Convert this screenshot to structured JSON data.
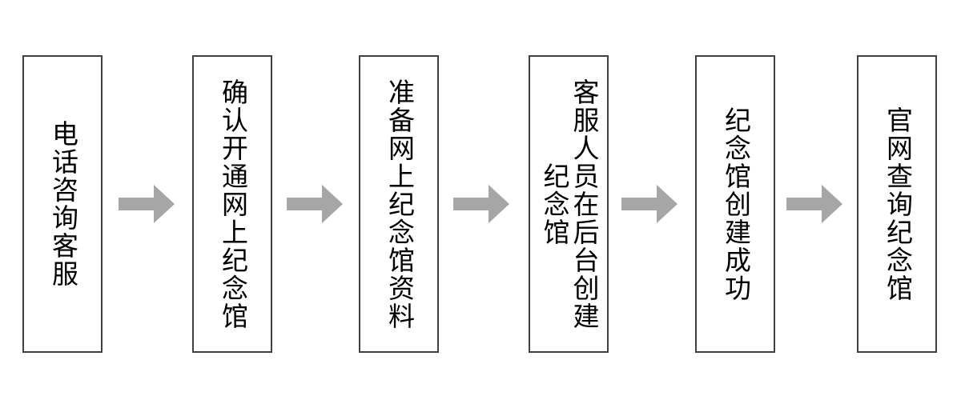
{
  "diagram": {
    "type": "horizontal-flowchart",
    "title": "",
    "orientation": "left-to-right",
    "text_direction": "vertical-rl",
    "background_color": "#ffffff",
    "node_border_color": "#404040",
    "node_fill_color": "#ffffff",
    "node_text_color": "#000000",
    "arrow_color": "#a6a6a6",
    "node_count": 6,
    "arrow_count": 5,
    "nodes": [
      {
        "id": "step-1",
        "label": "电话咨询客服"
      },
      {
        "id": "step-2",
        "label": "确认开通网上纪念馆"
      },
      {
        "id": "step-3",
        "label": "准备网上纪念馆资料"
      },
      {
        "id": "step-4",
        "label": "客服人员在后台创建纪念馆"
      },
      {
        "id": "step-5",
        "label": "纪念馆创建成功"
      },
      {
        "id": "step-6",
        "label": "官网查询纪念馆"
      }
    ],
    "arrows": [
      {
        "id": "arrow-1",
        "from": "step-1",
        "to": "step-2",
        "icon": "right-arrow-icon"
      },
      {
        "id": "arrow-2",
        "from": "step-2",
        "to": "step-3",
        "icon": "right-arrow-icon"
      },
      {
        "id": "arrow-3",
        "from": "step-3",
        "to": "step-4",
        "icon": "right-arrow-icon"
      },
      {
        "id": "arrow-4",
        "from": "step-4",
        "to": "step-5",
        "icon": "right-arrow-icon"
      },
      {
        "id": "arrow-5",
        "from": "step-5",
        "to": "step-6",
        "icon": "right-arrow-icon"
      }
    ]
  }
}
